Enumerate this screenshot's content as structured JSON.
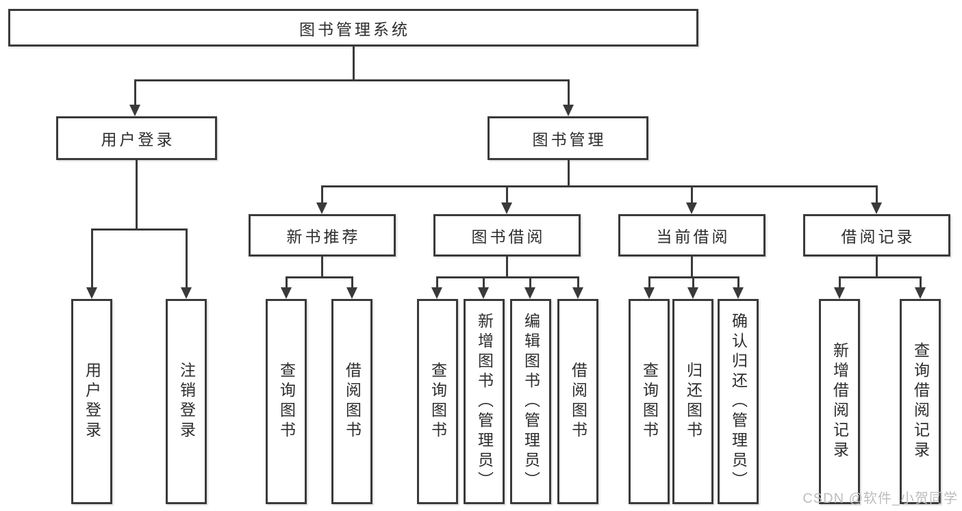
{
  "diagram": {
    "root": {
      "label": "图书管理系统"
    },
    "branches": [
      {
        "label": "用户登录",
        "children": [
          {
            "label": "用户登录"
          },
          {
            "label": "注销登录"
          }
        ]
      },
      {
        "label": "图书管理",
        "children": [
          {
            "label": "新书推荐",
            "children": [
              {
                "label": "查询图书"
              },
              {
                "label": "借阅图书"
              }
            ]
          },
          {
            "label": "图书借阅",
            "children": [
              {
                "label": "查询图书"
              },
              {
                "label": "新增图书（管理员）"
              },
              {
                "label": "编辑图书（管理员）"
              },
              {
                "label": "借阅图书"
              }
            ]
          },
          {
            "label": "当前借阅",
            "children": [
              {
                "label": "查询图书"
              },
              {
                "label": "归还图书"
              },
              {
                "label": "确认归还（管理员）"
              }
            ]
          },
          {
            "label": "借阅记录",
            "children": [
              {
                "label": "新增借阅记录"
              },
              {
                "label": "查询借阅记录"
              }
            ]
          }
        ]
      }
    ]
  },
  "watermark": {
    "text": "CSDN @软件_小贺同学"
  },
  "colors": {
    "line": "#3a3a3a",
    "box_border": "#3a3a3a",
    "text": "#2d2d2d",
    "background": "#ffffff",
    "watermark": "#bdbdbd"
  }
}
